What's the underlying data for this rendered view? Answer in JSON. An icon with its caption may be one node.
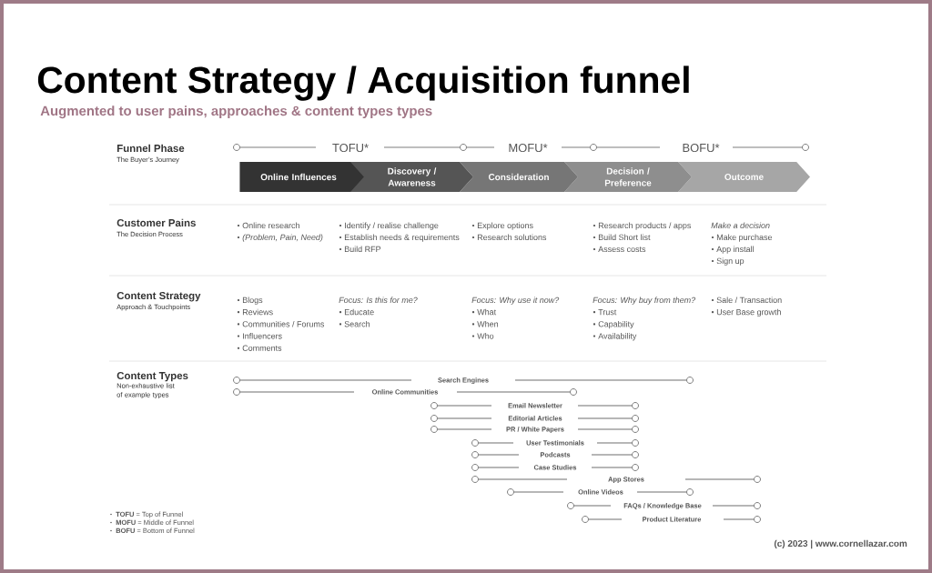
{
  "diagram": {
    "title": "Content Strategy / Acquisition funnel",
    "nodes": [
      {
        "text": [
          "Online Influences"
        ]
      },
      {
        "text": [
          "Discovery / Awareness"
        ]
      },
      {
        "text": [
          "Consideration"
        ]
      },
      {
        "text": [
          "Decision / Preference"
        ]
      },
      {
        "text": [
          "Outcome"
        ]
      }
    ],
    "labels": [
      "Augmented to user pains, approaches & content types types",
      "Funnel Phase",
      "The Buyer’s Journey",
      "TOFU*",
      "MOFU*",
      "BOFU*",
      "Customer Pains",
      "The Decision Process",
      "Online research",
      "(Problem, Pain, Need)",
      "Identify / realise challenge",
      "Establish needs & requirements",
      "Build RFP",
      "Explore options",
      "Research solutions",
      "Research products / apps",
      "Build Short list",
      "Assess costs",
      "Make a decision",
      "Make purchase",
      "App install",
      "Sign up",
      "Content Strategy",
      "Approach & Touchpoints",
      "Blogs",
      "Reviews",
      "Communities / Forums",
      "Influencers",
      "Comments",
      "Focus:  Is this for me?",
      "Educate",
      "Search",
      "Focus: Why use it now?",
      "What",
      "When",
      "Who",
      "Focus: Why buy from them?",
      "Trust",
      "Capability",
      "Availability",
      "Sale / Transaction",
      "User Base growth",
      "Content Types",
      "Non-exhaustive list of example types",
      "Search Engines",
      "Online Communities",
      "Email Newsletter",
      "Editorial Articles",
      "PR / White Papers",
      "User Testimonials",
      "Podcasts",
      "Case Studies",
      "App Stores",
      "Online Videos",
      "FAQs / Knowledge Base",
      "Product Literature",
      "**TOFU**  = Top of Funnel",
      "**MOFU** = Middle of Funnel",
      "**BOFU**  = Bottom of Funnel",
      "(c) 2023 | www.cornellazar.com"
    ]
  }
}
